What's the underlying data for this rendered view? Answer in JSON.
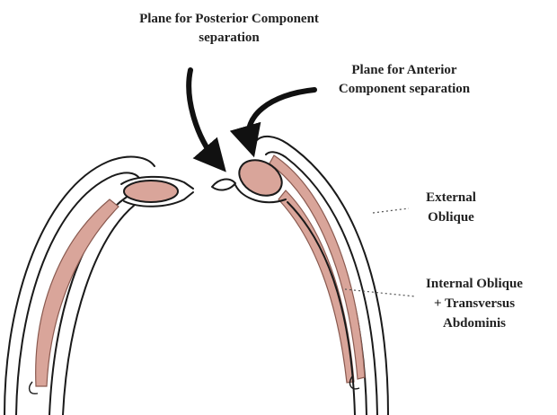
{
  "labels": {
    "posterior_line1": "Plane for Posterior Component",
    "posterior_line2": "separation",
    "anterior_line1": "Plane for Anterior",
    "anterior_line2": "Component separation",
    "external_line1": "External",
    "external_line2": "Oblique",
    "internal_line1": "Internal Oblique",
    "internal_line2": "+ Transversus",
    "internal_line3": "Abdominis"
  },
  "colors": {
    "muscle": "#d9a59a",
    "muscle_dark": "#b8766a",
    "outline": "#1a1a1a",
    "text": "#222222",
    "background": "#ffffff"
  }
}
